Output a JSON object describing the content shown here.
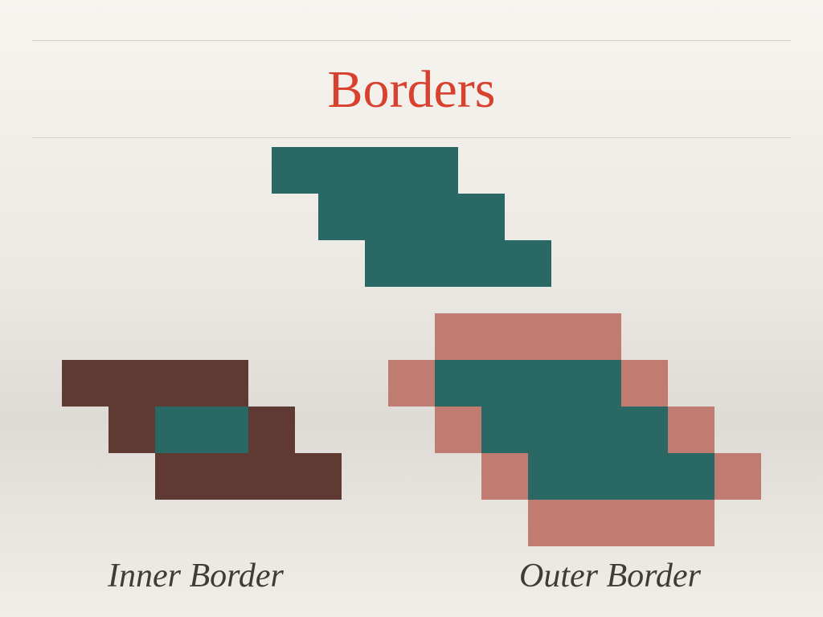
{
  "slide": {
    "title": "Borders"
  },
  "colors": {
    "title": "#d9412f",
    "shape": "#296864",
    "inner_border": "#5e3a32",
    "outer_border": "#c17c71",
    "caption": "#3f3b37",
    "rule": "#d4cfc9"
  },
  "figures": {
    "original": {
      "label": "",
      "cell_value": "shape"
    },
    "inner": {
      "label": "Inner Border"
    },
    "outer": {
      "label": "Outer Border"
    }
  }
}
